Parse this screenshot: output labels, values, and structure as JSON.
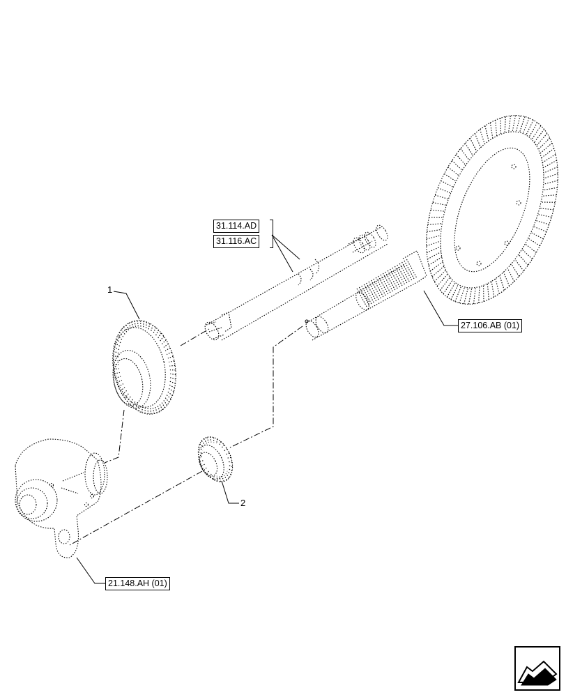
{
  "references": {
    "ref_a": "31.114.AD",
    "ref_b": "31.116.AC",
    "ref_c": "27.106.AB (01)",
    "ref_d": "21.148.AH (01)"
  },
  "callouts": {
    "item_1": "1",
    "item_2": "2"
  },
  "icons": {
    "nav": "next-page-arrow-icon"
  },
  "colors": {
    "line": "#000000",
    "background": "#ffffff"
  }
}
